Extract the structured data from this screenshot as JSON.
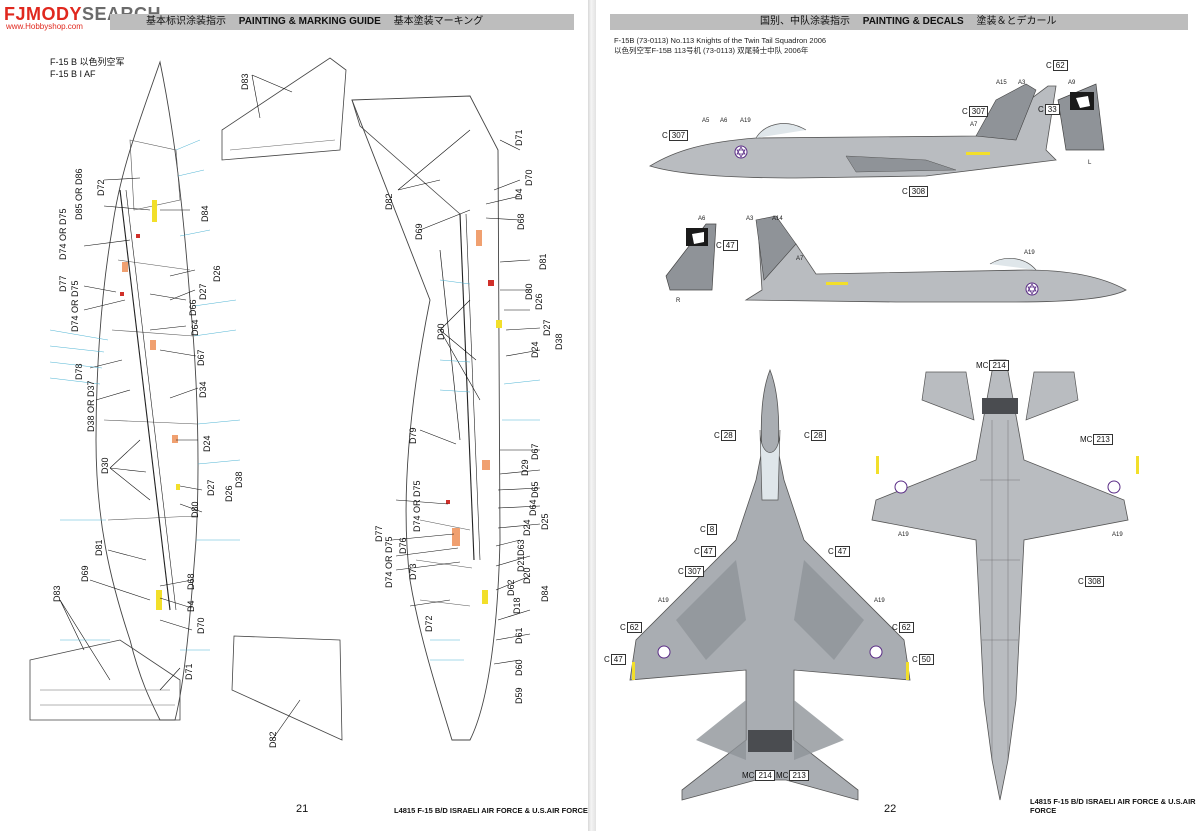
{
  "watermark": {
    "brand_red": "FJ",
    "brand_overlay": "MODY",
    "brand_gray": "SEARCH",
    "url": "www.Hobbyshop.com",
    "brand_color": "#e0281e"
  },
  "left_page": {
    "header": {
      "cn": "基本标识涂装指示",
      "en": "PAINTING & MARKING GUIDE",
      "jp": "基本塗装マーキング"
    },
    "aircraft_label_cn": "F-15 B 以色列空军",
    "aircraft_label_en": "F-15 B I AF",
    "page_number": "21",
    "footer_title": "L4815 F-15 B/D ISRAELI AIR FORCE & U.S.AIR FORCE",
    "callouts_a": [
      "D83",
      "D72",
      "D85 OR D86",
      "D84",
      "D74 OR D75",
      "D26",
      "D27",
      "D77",
      "D74 OR D75",
      "D66",
      "D64",
      "D67",
      "D78",
      "D38 OR D37",
      "D34",
      "D24",
      "D30",
      "D27",
      "D26",
      "D38",
      "D80",
      "D81",
      "D69",
      "D68",
      "D4",
      "D70",
      "D83",
      "D71",
      "D82"
    ],
    "callouts_b": [
      "D82",
      "D71",
      "D70",
      "D4",
      "D68",
      "D69",
      "D81",
      "D80",
      "D26",
      "D27",
      "D30",
      "D24",
      "D38",
      "D79",
      "D67",
      "D29",
      "D65",
      "D64",
      "D74 OR D75",
      "D25",
      "D77",
      "D76",
      "D63",
      "D24",
      "D74 OR D75",
      "D73",
      "D21",
      "D62",
      "D20",
      "D84",
      "D18",
      "D72",
      "D61",
      "D60",
      "D59"
    ]
  },
  "right_page": {
    "header": {
      "cn": "国别、中队涂装指示",
      "en": "PAINTING & DECALS",
      "jp": "塗装＆とデカール"
    },
    "aircraft_line1": "F-15B (73-0113) No.113 Knights of the Twin Tail Squadron 2006",
    "aircraft_line2": "以色列空军F-15B 113号机 (73-0113) 双尾骑士中队 2006年",
    "page_number": "22",
    "footer_title": "L4815 F-15 B/D ISRAELI AIR FORCE & U.S.AIR FORCE",
    "side_views": {
      "left_tags": [
        {
          "prefix": "C",
          "code": "307"
        },
        {
          "prefix": "C",
          "code": "308"
        },
        {
          "prefix": "C",
          "code": "307"
        },
        {
          "prefix": "C",
          "code": "62"
        },
        {
          "prefix": "C",
          "code": "33"
        }
      ],
      "markers_top": [
        "A5",
        "A6",
        "A19",
        "A15",
        "A3",
        "A7",
        "A9",
        "L"
      ],
      "right_tags": [
        {
          "prefix": "C",
          "code": "47"
        }
      ],
      "markers_bottom": [
        "A6",
        "A3",
        "A14",
        "A7",
        "A19",
        "R"
      ]
    },
    "top_view": {
      "tags": [
        {
          "prefix": "C",
          "code": "28"
        },
        {
          "prefix": "C",
          "code": "28"
        },
        {
          "prefix": "C",
          "code": "8"
        },
        {
          "prefix": "C",
          "code": "47"
        },
        {
          "prefix": "C",
          "code": "47"
        },
        {
          "prefix": "C",
          "code": "307"
        },
        {
          "prefix": "C",
          "code": "62"
        },
        {
          "prefix": "C",
          "code": "62"
        },
        {
          "prefix": "C",
          "code": "47"
        },
        {
          "prefix": "C",
          "code": "50"
        },
        {
          "prefix": "MC",
          "code": "214"
        },
        {
          "prefix": "MC",
          "code": "213"
        }
      ],
      "markers": [
        "A19",
        "A19"
      ]
    },
    "bottom_view": {
      "tags": [
        {
          "prefix": "MC",
          "code": "214"
        },
        {
          "prefix": "MC",
          "code": "213"
        },
        {
          "prefix": "C",
          "code": "308"
        }
      ],
      "markers": [
        "A19",
        "A19"
      ]
    }
  },
  "colors": {
    "camo_light": "#b9bcc0",
    "camo_dark": "#8f9398",
    "header_gray": "#bdbdbd",
    "roundel_purple": "#5a2c86",
    "leader_cyan": "#4eb4d4",
    "yellow": "#f2df2a",
    "orange": "#f0a070"
  }
}
